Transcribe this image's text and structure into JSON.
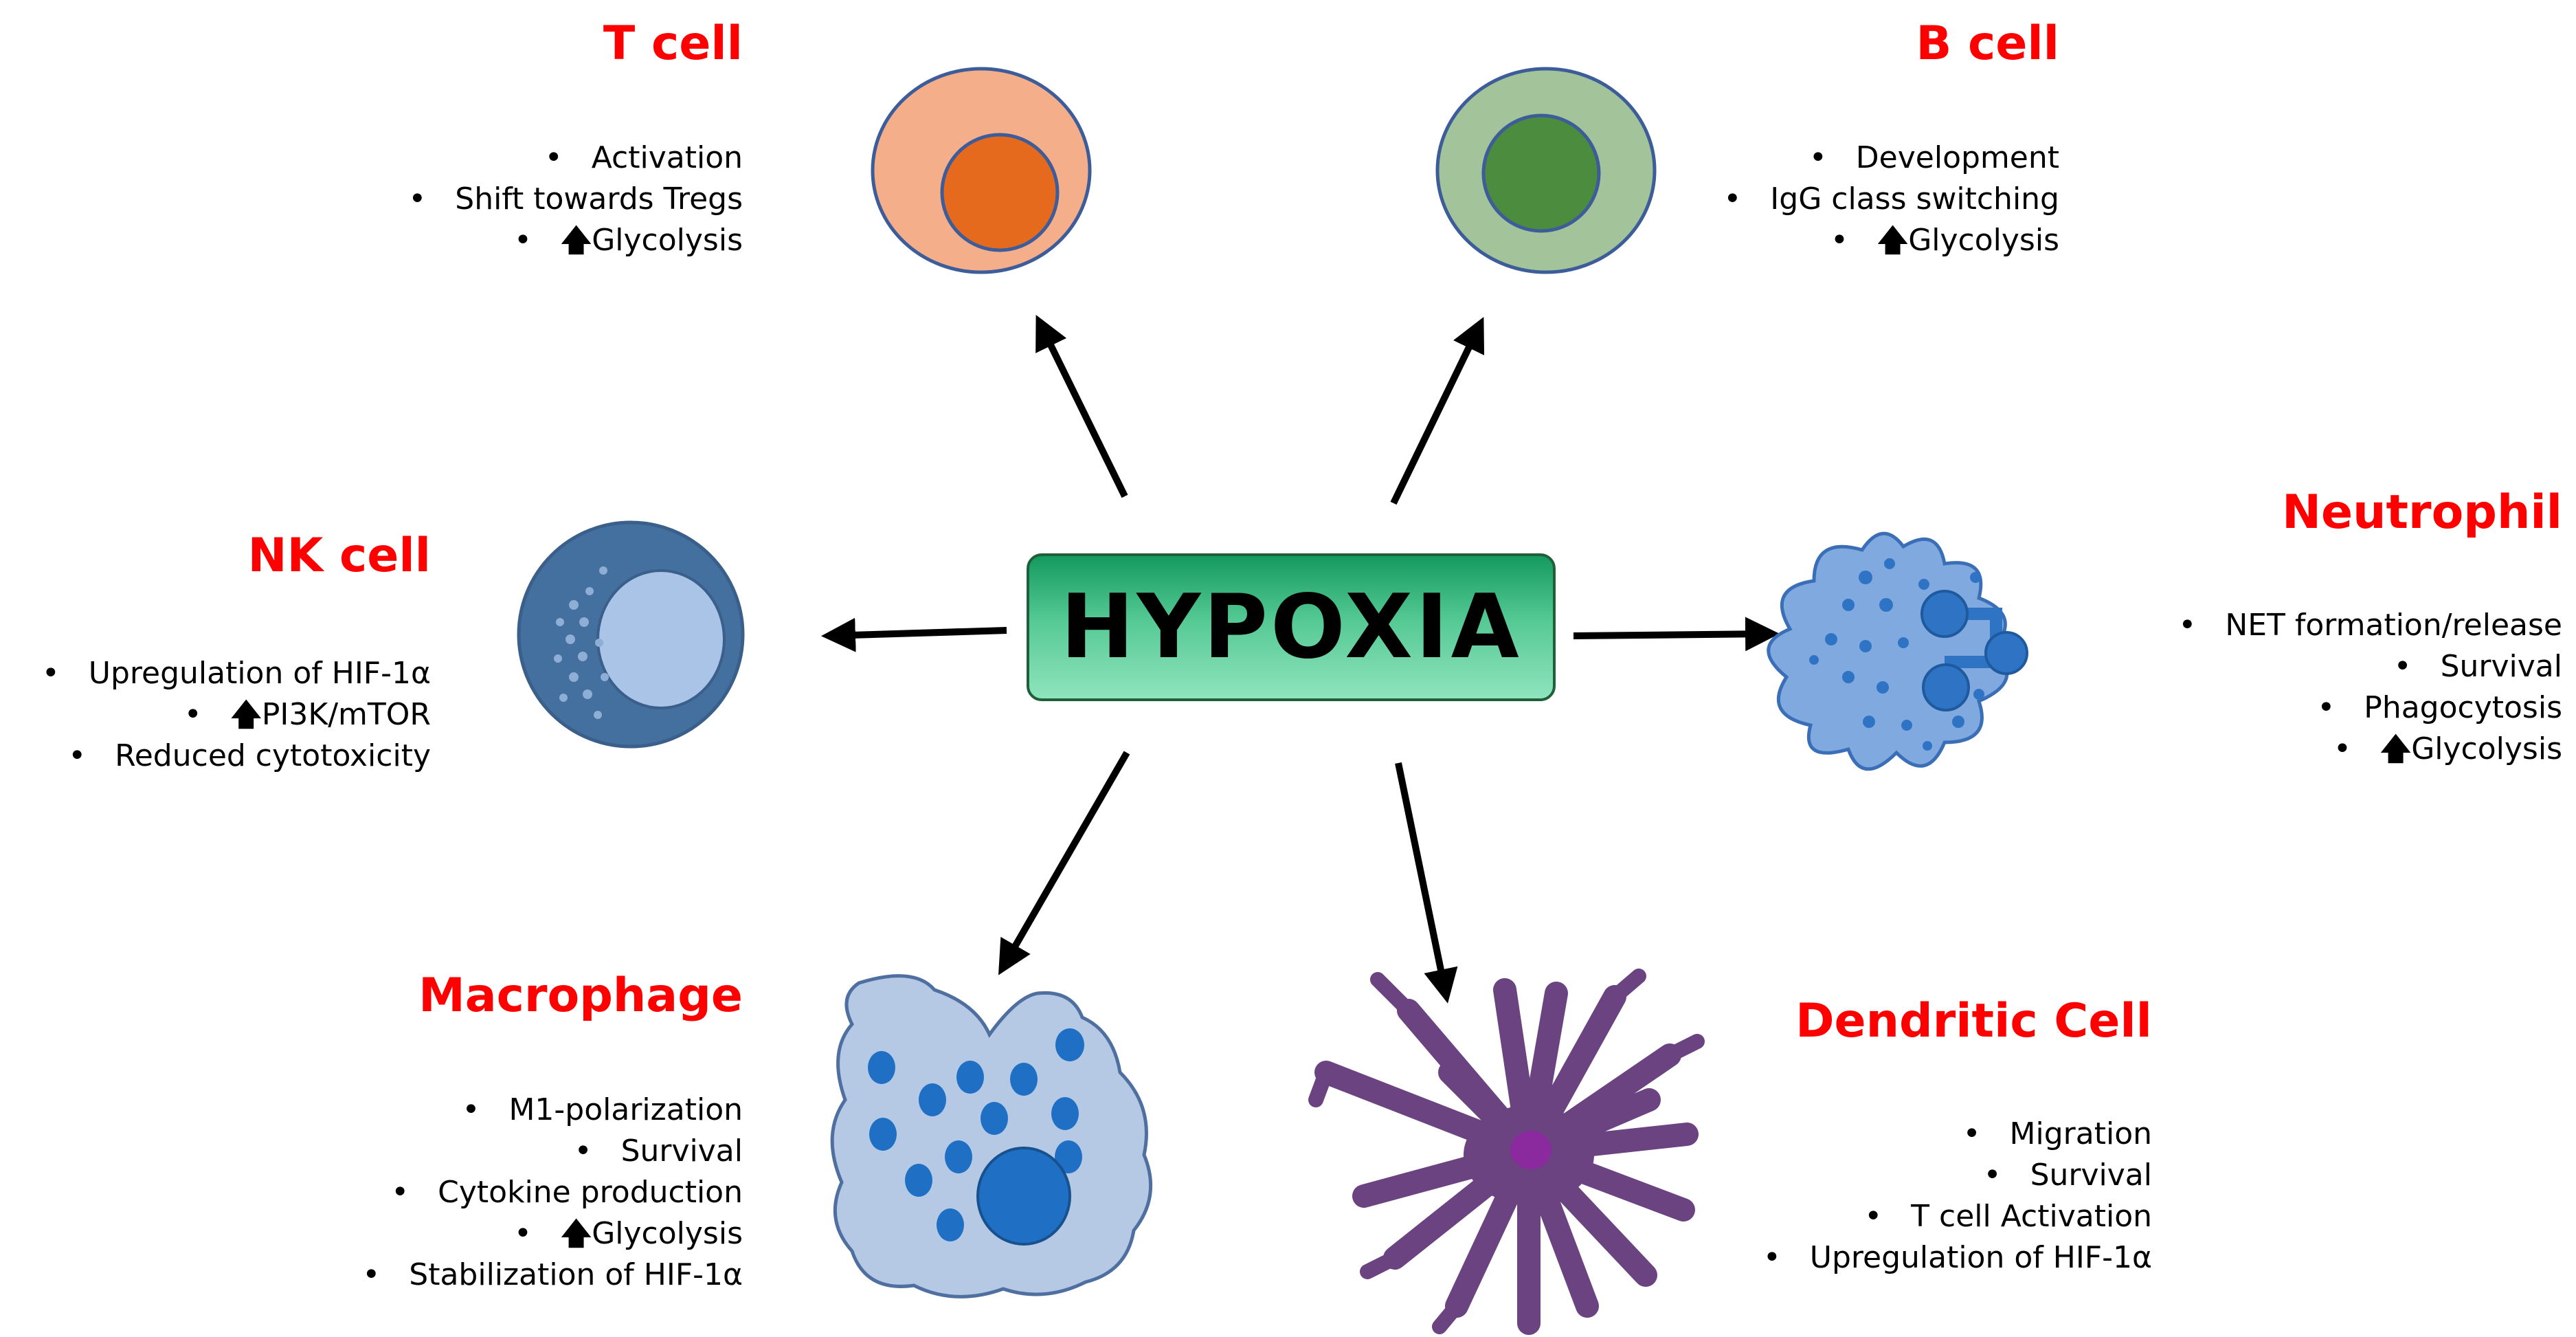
{
  "center": {
    "label": "HYPOXIA"
  },
  "cells": {
    "t_cell": {
      "title": "T cell",
      "effects": [
        "Activation",
        "Shift towards Tregs",
        "Glycolysis"
      ]
    },
    "b_cell": {
      "title": "B cell",
      "effects": [
        "Development",
        "IgG class switching",
        "Glycolysis"
      ]
    },
    "nk_cell": {
      "title": "NK cell",
      "effects": [
        "Upregulation of HIF-1α",
        "PI3K/mTOR",
        "Reduced cytotoxicity"
      ]
    },
    "neutrophil": {
      "title": "Neutrophil",
      "effects": [
        "NET formation/release",
        "Survival",
        "Phagocytosis",
        "Glycolysis"
      ]
    },
    "macrophage": {
      "title": "Macrophage",
      "effects": [
        "M1-polarization",
        "Survival",
        "Cytokine production",
        "Glycolysis",
        "Stabilization of HIF-1α"
      ]
    },
    "dendritic": {
      "title": "Dendritic Cell",
      "effects": [
        "Migration",
        "Survival",
        "T cell Activation",
        "Upregulation of HIF-1α"
      ]
    }
  },
  "colors": {
    "title_red": "#ff0000",
    "t_cell_outer": "#f4ae8a",
    "t_cell_nucleus": "#e66a1e",
    "b_cell_outer": "#a3c49a",
    "b_cell_nucleus": "#4c8c3e",
    "nk_outer": "#44709f",
    "nk_nucleus": "#a9c4e6",
    "neutrophil": "#7fa9df",
    "neutrophil_nucleus": "#2f74c4",
    "macrophage": "#b5c9e4",
    "macrophage_dots": "#1f6fc4",
    "dendritic": "#6a4380",
    "dendritic_nucleus": "#8a2a9e"
  },
  "icons": {
    "increase": "up-arrow-icon"
  }
}
